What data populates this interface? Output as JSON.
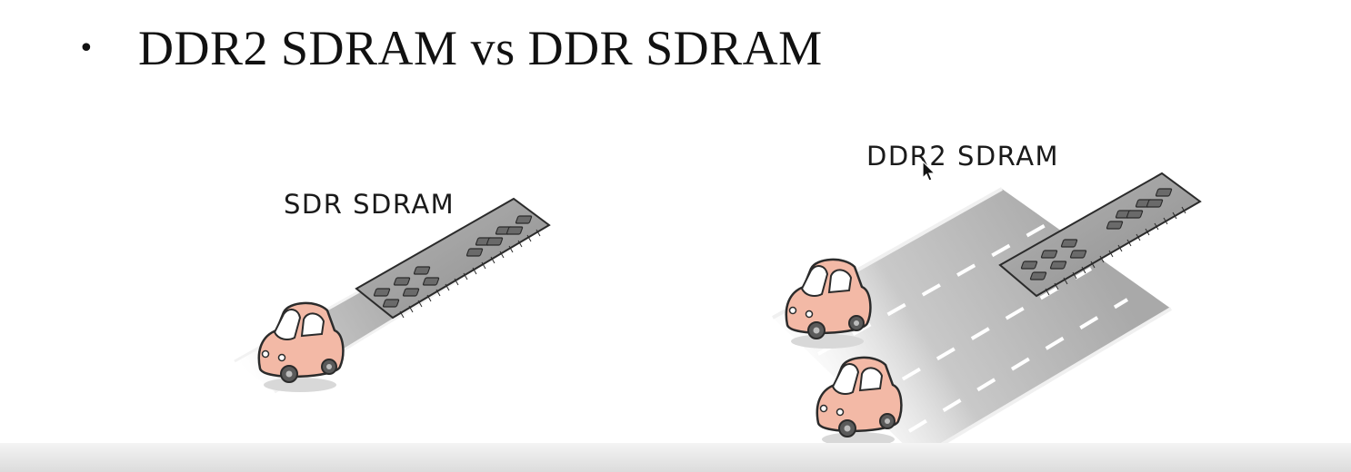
{
  "slide": {
    "bullet": "•",
    "title": "DDR2 SDRAM vs DDR SDRAM"
  },
  "labels": {
    "left": "SDR SDRAM",
    "right": "DDR2 SDRAM"
  },
  "icons": {
    "car": "car-icon",
    "memory": "ram-module-icon",
    "cursor": "mouse-pointer-icon"
  },
  "colors": {
    "car_body": "#f3b9a6",
    "road": "#a9a9a9",
    "module": "#9a9a9a",
    "chip": "#6a6a6a"
  }
}
